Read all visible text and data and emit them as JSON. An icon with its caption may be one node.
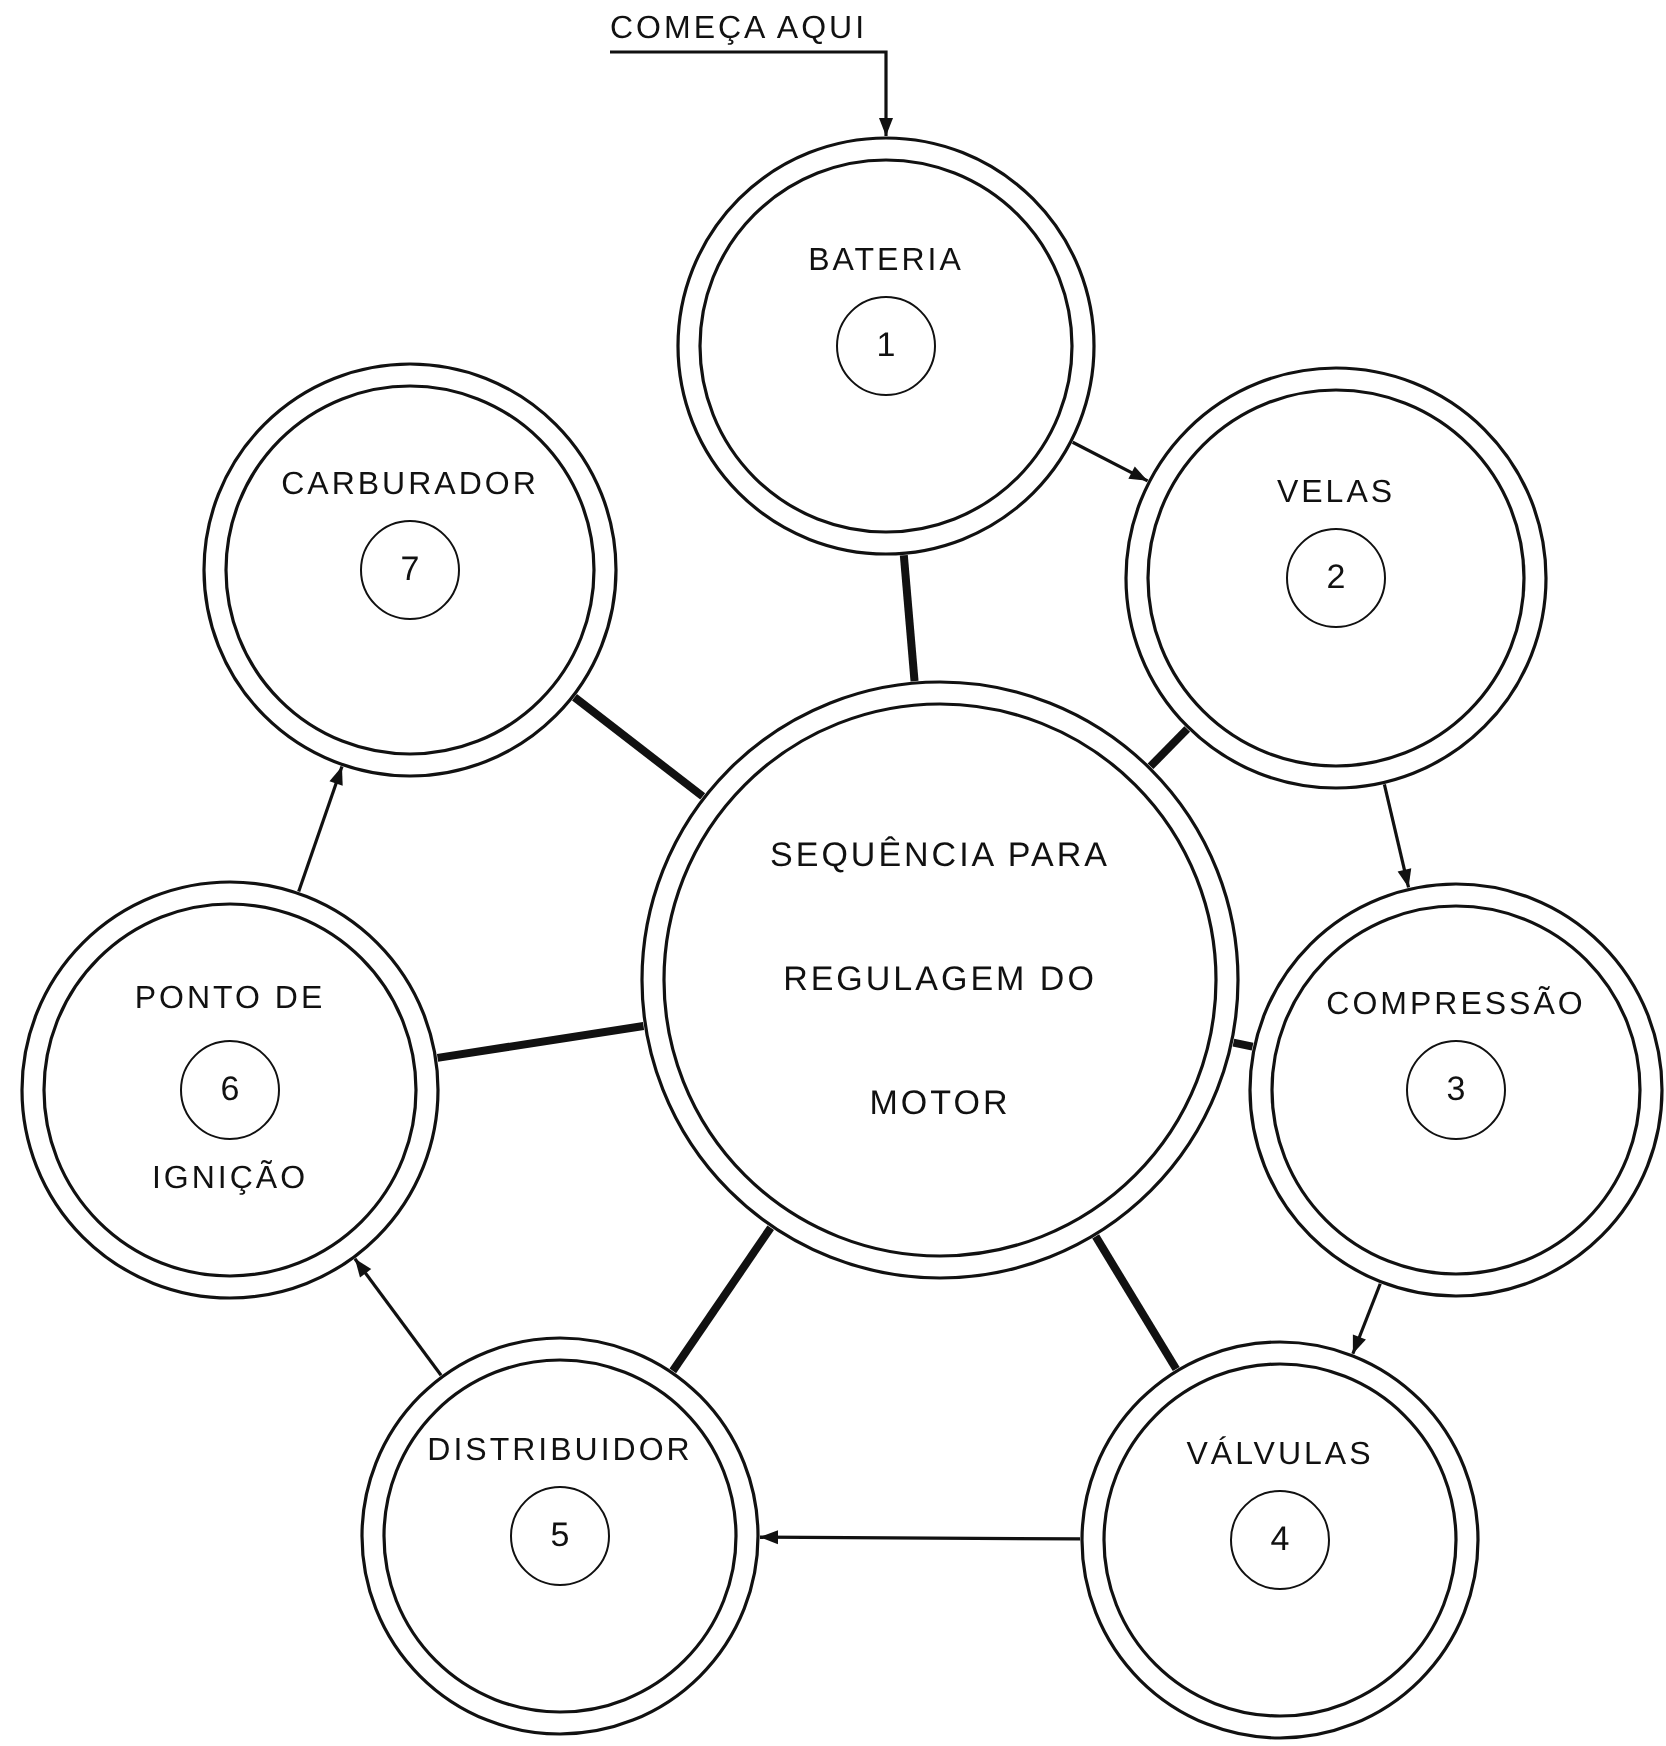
{
  "diagram": {
    "nodes": [
      {
        "text": [
          "COMEÇA AQUI"
        ]
      },
      {
        "text": [
          "BATERIA"
        ]
      },
      {
        "text": [
          "1"
        ],
        "in": 1
      },
      {
        "text": [
          "VELAS"
        ]
      },
      {
        "text": [
          "2"
        ],
        "in": 3
      },
      {
        "text": [
          "COMPRESSÃO"
        ]
      },
      {
        "text": [
          "3"
        ],
        "in": 5
      },
      {
        "text": [
          "VÁLVULAS"
        ]
      },
      {
        "text": [
          "4"
        ],
        "in": 7
      },
      {
        "text": [
          "DISTRIBUIDOR"
        ]
      },
      {
        "text": [
          "5"
        ],
        "in": 9
      },
      {
        "text": [
          "PONTO DE",
          "IGNIÇÃO"
        ]
      },
      {
        "text": [
          "6"
        ],
        "in": 11
      },
      {
        "text": [
          "CARBURADOR"
        ]
      },
      {
        "text": [
          "7"
        ],
        "in": 13
      },
      {
        "text": [
          "SEQUÊNCIA PARA REGULAGEM DO MOTOR"
        ]
      }
    ],
    "edges": [
      {
        "from": 0,
        "to": 1,
        "arrow": "to"
      },
      {
        "from": 1,
        "to": 3,
        "arrow": "to"
      },
      {
        "from": 3,
        "to": 5,
        "arrow": "to"
      },
      {
        "from": 5,
        "to": 7,
        "arrow": "to"
      },
      {
        "from": 7,
        "to": 9,
        "arrow": "to"
      },
      {
        "from": 9,
        "to": 11,
        "arrow": "to"
      },
      {
        "from": 11,
        "to": 13,
        "arrow": "to"
      },
      {
        "from": 15,
        "to": 1,
        "arrow": "none",
        "style": "thick"
      },
      {
        "from": 15,
        "to": 3,
        "arrow": "none",
        "style": "thick"
      },
      {
        "from": 15,
        "to": 5,
        "arrow": "none",
        "style": "thick"
      },
      {
        "from": 15,
        "to": 7,
        "arrow": "none",
        "style": "thick"
      },
      {
        "from": 15,
        "to": 9,
        "arrow": "none",
        "style": "thick"
      },
      {
        "from": 15,
        "to": 11,
        "arrow": "none",
        "style": "thick"
      },
      {
        "from": 15,
        "to": 13,
        "arrow": "none",
        "style": "thick"
      }
    ]
  }
}
